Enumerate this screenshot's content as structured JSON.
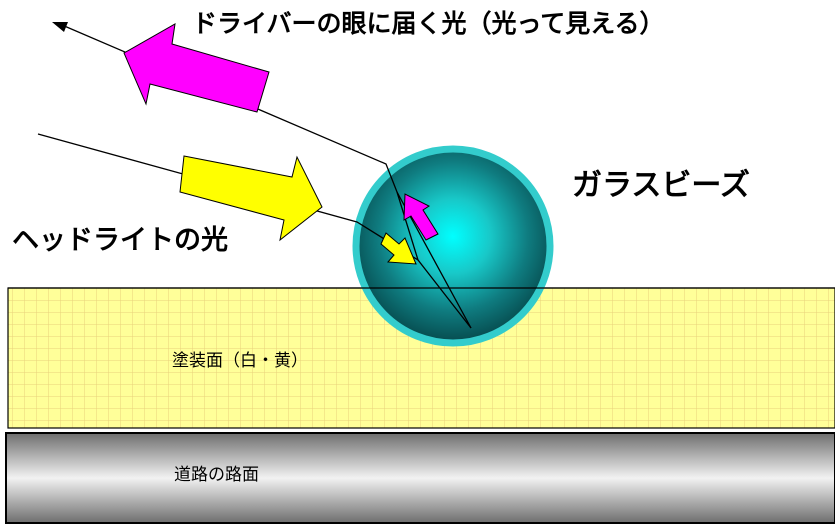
{
  "labels": {
    "driver_light": "ドライバーの眼に届く光（光って見える）",
    "glass_beads": "ガラスビーズ",
    "headlight": "ヘッドライトの光",
    "paint_surface": "塗装面（白・黄）",
    "road_surface": "道路の路面"
  },
  "colors": {
    "paint": "#FFFF99",
    "bead_outline": "#33CCCC",
    "bead_core": "#00FFFF",
    "incoming_arrow": "#FFFF00",
    "reflected_arrow": "#FF00FF"
  }
}
